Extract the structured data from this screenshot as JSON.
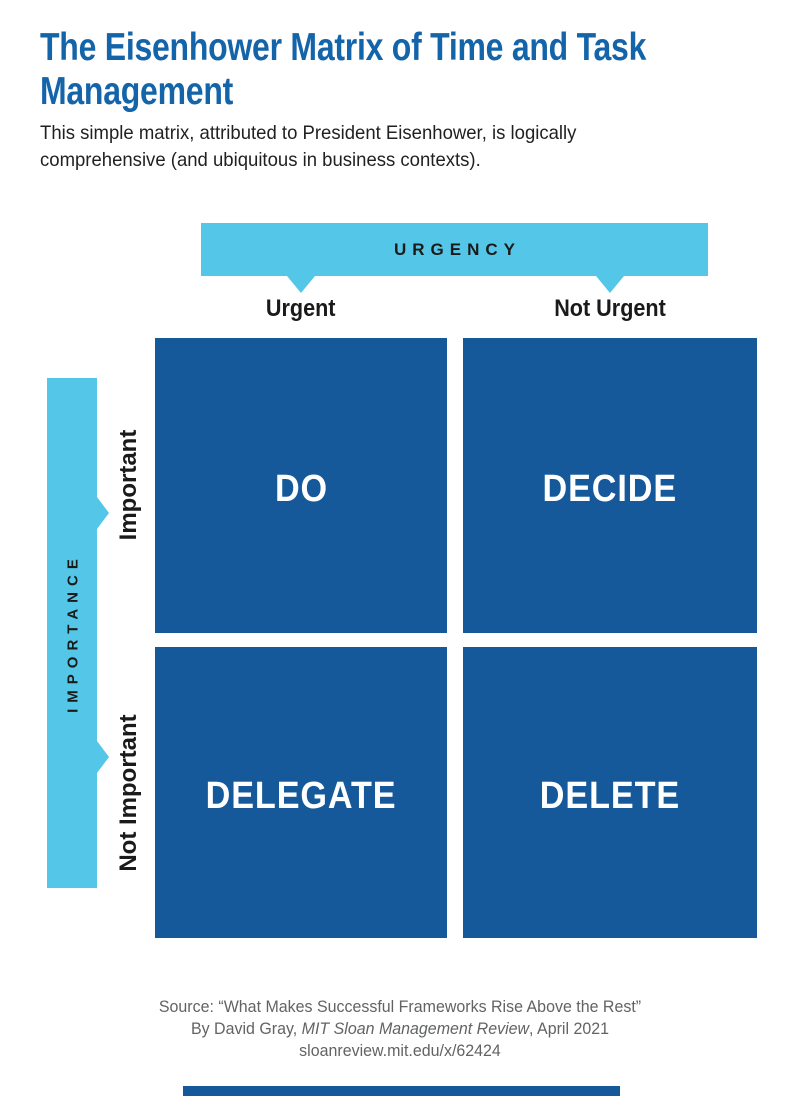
{
  "header": {
    "title_line1": "The Eisenhower Matrix of Time and Task",
    "title_line2": "Management",
    "subtitle_line1": "This simple matrix, attributed to President Eisenhower, is logically",
    "subtitle_line2": "comprehensive (and ubiquitous in business contexts)."
  },
  "matrix": {
    "x_axis": {
      "label": "URGENCY",
      "columns": [
        {
          "label": "Urgent"
        },
        {
          "label": "Not Urgent"
        }
      ]
    },
    "y_axis": {
      "label": "IMPORTANCE",
      "rows": [
        {
          "label": "Important"
        },
        {
          "label": "Not Important"
        }
      ]
    },
    "quadrants": [
      {
        "label": "DO",
        "urgency": "Urgent",
        "importance": "Important"
      },
      {
        "label": "DECIDE",
        "urgency": "Not Urgent",
        "importance": "Important"
      },
      {
        "label": "DELEGATE",
        "urgency": "Urgent",
        "importance": "Not Important"
      },
      {
        "label": "DELETE",
        "urgency": "Not Urgent",
        "importance": "Not Important"
      }
    ]
  },
  "footer": {
    "source_line": "Source: “What Makes Successful Frameworks Rise Above the Rest”",
    "byline_prefix": "By David Gray, ",
    "byline_italic": "MIT Sloan Management Review",
    "byline_suffix": ", April 2021",
    "url": "sloanreview.mit.edu/x/62424"
  },
  "colors": {
    "title_blue": "#1464aa",
    "quadrant_blue": "#15599b",
    "axis_cyan": "#54c7e8",
    "footer_gray": "#616365"
  }
}
